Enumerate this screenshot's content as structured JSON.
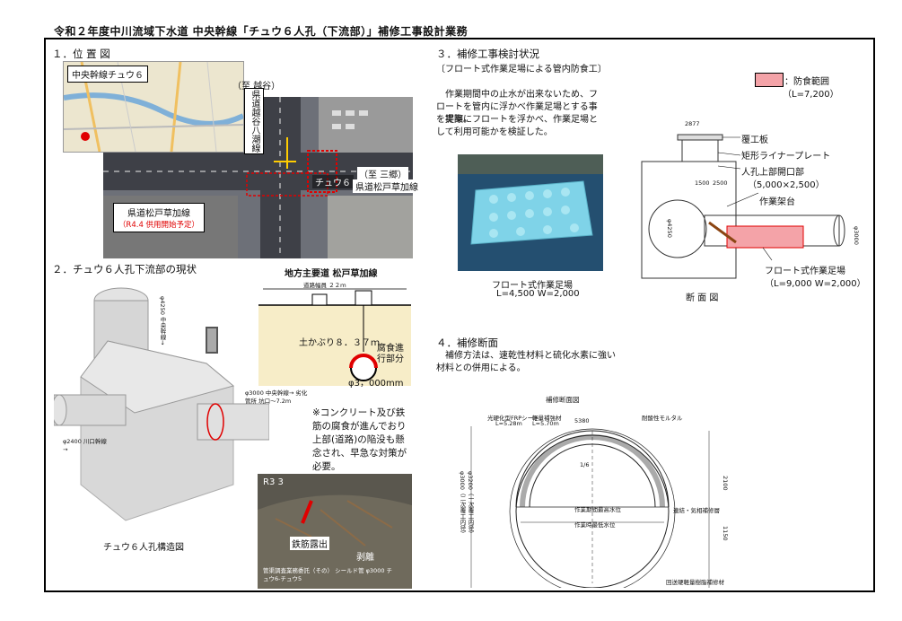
{
  "title": "令和２年度中川流域下水道 中央幹線「チュウ６人孔（下流部）」補修工事設計業務",
  "s1": {
    "heading": "１．位 置 図",
    "map_label": "中央幹線チュウ６",
    "dir_koshigaya": "（至 越谷）",
    "road_koshigaya": "県道越谷八潮線",
    "chu6": "チュウ６",
    "dir_misato": "（至 三郷）",
    "road_matsudo": "県道松戸草加線",
    "road_matsudo_box": "県道松戸草加線",
    "open_note": "（R4.4 供用開始予定）"
  },
  "s2": {
    "heading": "２．チュウ６人孔下流部の現状",
    "road_title": "地方主要道 松戸草加線",
    "road_width": "道路幅員 ２２ｍ",
    "cover": "土かぶり８．３７ｍ",
    "corrosion": "腐食進行部分",
    "pipe_dia": "φ3，000mm",
    "iso_label_top": "φ4250 中央幹線→",
    "iso_label_right": "φ3000 中央幹線→ 劣化管所 坑口〜7.2m",
    "iso_label_left": "φ2400 川口幹線→",
    "note": "※コンクリート及び鉄筋の腐食が進んでおり上部(道路)の陥没も懸念され、早急な対策が必要。",
    "struct_caption": "チュウ６人孔構造図",
    "photo_tag": "R3 3",
    "photo_exposed": "鉄筋露出",
    "photo_peel": "剥離",
    "photo_info": "管渠調査業務委託（その） シールド管 φ3000 チュウ6-チュウ5"
  },
  "s3": {
    "heading": "３．補修工事検討状況",
    "subheading": "〔フロート式作業足場による管内防食工〕",
    "p1": "作業期間中の止水が出来ないため、フロートを管内に浮かべ作業足場とする事を提案。",
    "p2": "実際にフロートを浮かべ、作業足場として利用可能かを検証した。",
    "photo_caption": "フロート式作業足場",
    "photo_size": "L=4,500 W=2,000",
    "legend": "：防食範囲",
    "legend_len": "（L=7,200）",
    "lbl_cover": "覆工板",
    "lbl_liner": "矩形ライナープレート",
    "lbl_opening": "人孔上部開口部",
    "lbl_opening_size": "（5,000×2,500）",
    "lbl_scaffold": "作業架台",
    "lbl_float": "フロート式作業足場",
    "lbl_float_size": "（L=9,000 W=2,000）",
    "section_caption": "断 面 図",
    "dim_top": "2877",
    "dim_1500": "1500",
    "dim_2500": "2500",
    "dim_d4250": "φ4250",
    "dim_d3000": "φ3000"
  },
  "s4": {
    "heading": "４．補修断面",
    "p": "補修方法は、速乾性材料と硫化水素に強い材料との併用による。",
    "drawing_title": "補修断面図",
    "lbl_sheet": "光硬化型FRPシート",
    "lbl_sheet_len": "L=5.28m",
    "lbl_light": "軽量補強材",
    "lbl_light_len": "L=5.70m",
    "lbl_mortar": "耐酸性モルタル",
    "lbl_5380": "5380",
    "lbl_flow_high": "作業期間最高水位",
    "lbl_flow_low": "作業時最低水位",
    "lbl_fix": "連結・気相補修層",
    "lbl_bottom": "回送硬軽量樹脂補修材",
    "dim_2100": "2100",
    "dim_1150": "1150",
    "dim_d3000": "φ3000（二次覆工内径）",
    "dim_d3200": "φ3200（一次覆工内径）",
    "dim_slope": "1/6"
  },
  "colors": {
    "corrosion": "#f4a3a8",
    "red": "#e00000",
    "soil": "#f7edc8"
  }
}
